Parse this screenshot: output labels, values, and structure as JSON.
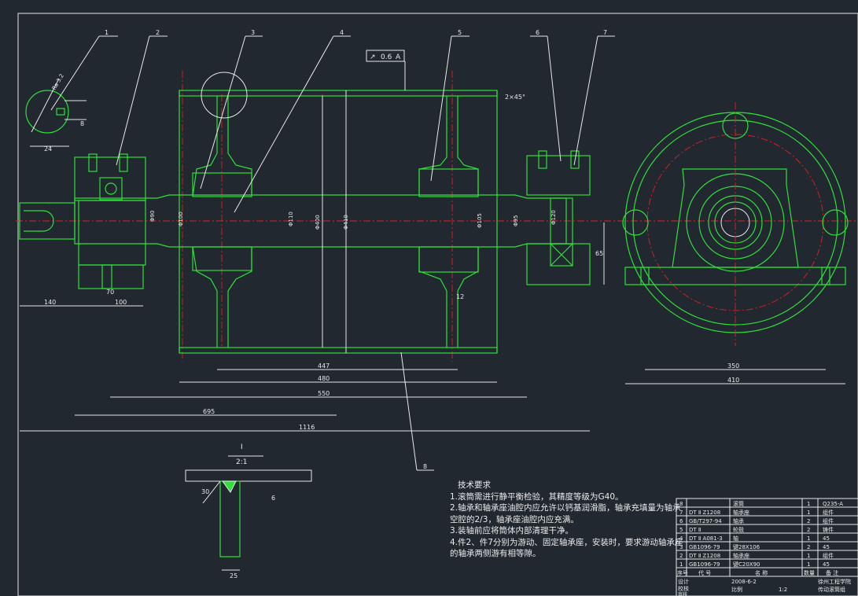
{
  "balloons": [
    "1",
    "2",
    "3",
    "4",
    "5",
    "6",
    "7",
    "8"
  ],
  "tolerance": {
    "symbol": "↗",
    "value": "0.6",
    "datum": "A"
  },
  "chamfer": "2×45°",
  "detail": {
    "label": "I",
    "scale": "2:1"
  },
  "dims": {
    "d447": "447",
    "d480": "480",
    "d550": "550",
    "d695": "695",
    "d1116": "1116",
    "d140": "140",
    "d100": "100",
    "d70": "70",
    "d350": "350",
    "d410": "410",
    "d12": "12",
    "d6": "6",
    "d25": "25",
    "d65": "65",
    "d24": "24",
    "d8": "8",
    "d30": "30",
    "phi90": "Φ90",
    "phi100": "Φ100",
    "phi110": "Φ110",
    "phi120": "Φ120",
    "phi400": "Φ400",
    "phi410": "Φ410",
    "phi105": "Φ105",
    "phi95": "Φ95",
    "ra": "Ra 3.2"
  },
  "tech_title": "技术要求",
  "tech_notes": [
    "1.滚筒需进行静平衡检验，其精度等级为G40。",
    "2.轴承和轴承座油腔内应允许以钙基润滑脂，轴承充填量为轴承",
    "   空腔的2/3，轴承座油腔内应充满。",
    "3.装轴前应将筒体内部清理干净。",
    "4.件2、件7分别为游动、固定轴承座，安装时，要求游动轴承座",
    "   的轴承两侧游有相等隙。"
  ],
  "bom_rows": [
    {
      "no": "8",
      "code": "",
      "name": "滚筒",
      "qty": "1",
      "mat": "Q235-A"
    },
    {
      "no": "7",
      "code": "DT Ⅱ Z1208",
      "name": "轴承座",
      "qty": "1",
      "mat": "组件"
    },
    {
      "no": "6",
      "code": "GB/T297-94",
      "name": "轴承",
      "qty": "2",
      "mat": "组件"
    },
    {
      "no": "5",
      "code": "DT Ⅱ",
      "name": "轮毂",
      "qty": "2",
      "mat": "铸件"
    },
    {
      "no": "4",
      "code": "DT Ⅱ A081-3",
      "name": "轴",
      "qty": "1",
      "mat": "45"
    },
    {
      "no": "3",
      "code": "GB1096-79",
      "name": "键28X106",
      "qty": "2",
      "mat": "45"
    },
    {
      "no": "2",
      "code": "DT Ⅱ Z1208",
      "name": "轴承座",
      "qty": "1",
      "mat": "组件"
    },
    {
      "no": "1",
      "code": "GB1096-79",
      "name": "键C20X90",
      "qty": "1",
      "mat": "45"
    }
  ],
  "bom_header": {
    "no": "序号",
    "code": "代 号",
    "name": "名 称",
    "qty": "数量",
    "mat": "备 注"
  },
  "title_block": {
    "design": "设计",
    "check": "校核",
    "approve": "审核",
    "date": "2008-6-2",
    "school": "徐州工程学院",
    "scale_label": "比例",
    "scale": "1:2",
    "drawing": "传动滚筒组"
  }
}
